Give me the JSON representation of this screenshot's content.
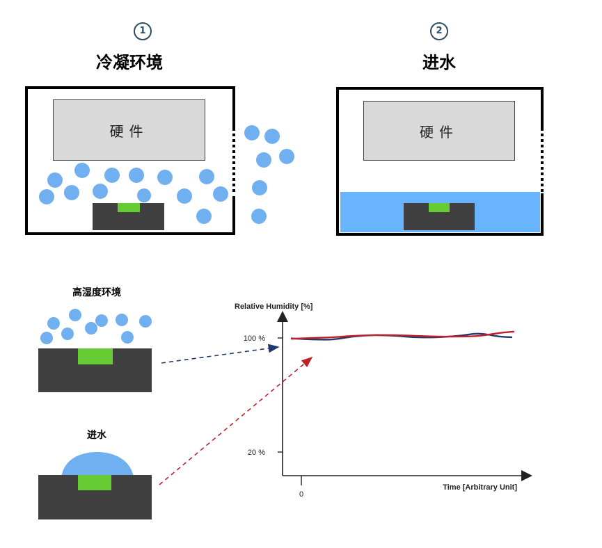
{
  "steps": [
    {
      "number": "1",
      "title": "冷凝环境",
      "hardware_label": "硬件"
    },
    {
      "number": "2",
      "title": "进水",
      "hardware_label": "硬件"
    }
  ],
  "details": [
    {
      "label": "高湿度环境"
    },
    {
      "label": "进水"
    }
  ],
  "chart_data": {
    "type": "line",
    "ylabel": "Relative Humidity [%]",
    "xlabel": "Time [Arbitrary Unit]",
    "y_ticks": [
      {
        "value": 100,
        "label": "100 %"
      },
      {
        "value": 20,
        "label": "20 %"
      }
    ],
    "x_ticks": [
      {
        "value": 0,
        "label": "0"
      }
    ],
    "ylim": [
      0,
      115
    ],
    "xlim": [
      -1,
      11
    ],
    "series": [
      {
        "color": "#1f3a6b",
        "points": [
          [
            0,
            99.7
          ],
          [
            1,
            99
          ],
          [
            2,
            99
          ],
          [
            3,
            101
          ],
          [
            4,
            102
          ],
          [
            5,
            101.5
          ],
          [
            6,
            100.5
          ],
          [
            7,
            100.5
          ],
          [
            8,
            101.5
          ],
          [
            9,
            103
          ],
          [
            10,
            101
          ],
          [
            10.6,
            100.5
          ]
        ]
      },
      {
        "color": "#c0202a",
        "points": [
          [
            0,
            99.4
          ],
          [
            1,
            100
          ],
          [
            2,
            100.5
          ],
          [
            3,
            101.5
          ],
          [
            4,
            102
          ],
          [
            5,
            102
          ],
          [
            6,
            101.5
          ],
          [
            7,
            101
          ],
          [
            8,
            101
          ],
          [
            9,
            101.5
          ],
          [
            10,
            103.5
          ],
          [
            10.7,
            104.5
          ]
        ]
      }
    ],
    "colors": {
      "water": "#69b4ff",
      "droplet": "#70b0f0",
      "chip": "#404040",
      "sensor": "#66cc33",
      "arrow_top": "#1f3a6b",
      "arrow_bottom": "#c0202a"
    }
  }
}
